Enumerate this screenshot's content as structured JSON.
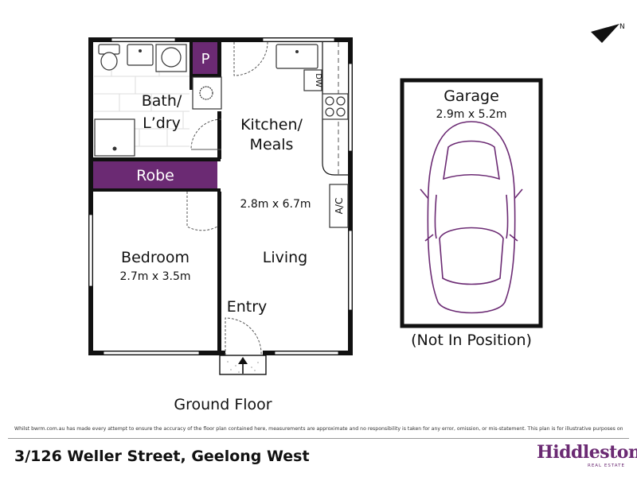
{
  "rooms": {
    "bath": {
      "line1": "Bath/",
      "line2": "L’dry"
    },
    "pantry": "P",
    "kitchen": {
      "line1": "Kitchen/",
      "line2": "Meals"
    },
    "kitchen_living_dims": "2.8m x 6.7m",
    "robe": "Robe",
    "ac": "A/C",
    "dw": "DW",
    "bedroom": {
      "name": "Bedroom",
      "dims": "2.7m x 3.5m"
    },
    "living": "Living",
    "entry": "Entry",
    "garage": {
      "name": "Garage",
      "dims": "2.9m x 5.2m",
      "note": "(Not In Position)"
    }
  },
  "floor_label": "Ground Floor",
  "disclaimer": "Whilst bwrm.com.au has made every attempt to ensure the accuracy of the floor plan contained here, measurements are approximate and no responsibility is taken for any error, omission, or mis-statement. This plan is for illustrative purposes only.",
  "address": "3/126 Weller Street, Geelong West",
  "brand": {
    "name": "Hiddleston",
    "tagline": "REAL ESTATE"
  },
  "colors": {
    "accent": "#6b2a73",
    "wall": "#111111"
  },
  "icons": {
    "north": "north-arrow-icon",
    "car": "car-icon"
  }
}
